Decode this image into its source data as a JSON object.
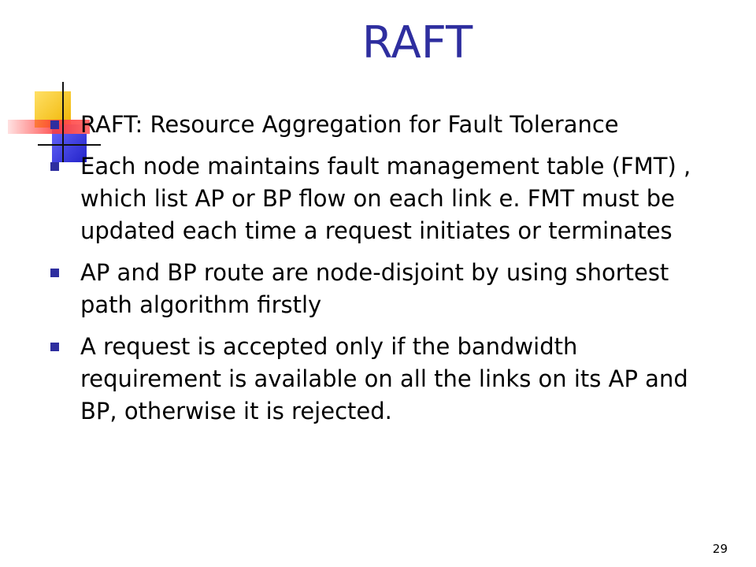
{
  "slide": {
    "title": "RAFT",
    "bullets": [
      {
        "text": "RAFT: Resource Aggregation for Fault Tolerance"
      },
      {
        "text": "Each node maintains fault management table (FMT) , which list AP or BP flow on each link e. FMT must be updated each time a request initiates or terminates"
      },
      {
        "text": "AP and BP route are node-disjoint by using shortest path algorithm firstly"
      },
      {
        "text": "A request is accepted only if the bandwidth requirement is available on all the links on its AP and BP, otherwise it is rejected."
      }
    ],
    "page_number": "29"
  },
  "colors": {
    "title": "#2e2e9f",
    "bullet_marker": "#2e2e9f",
    "ornament_yellow": "#f5c400",
    "ornament_blue": "#3b3bd6",
    "ornament_red": "#ff3b3b"
  }
}
